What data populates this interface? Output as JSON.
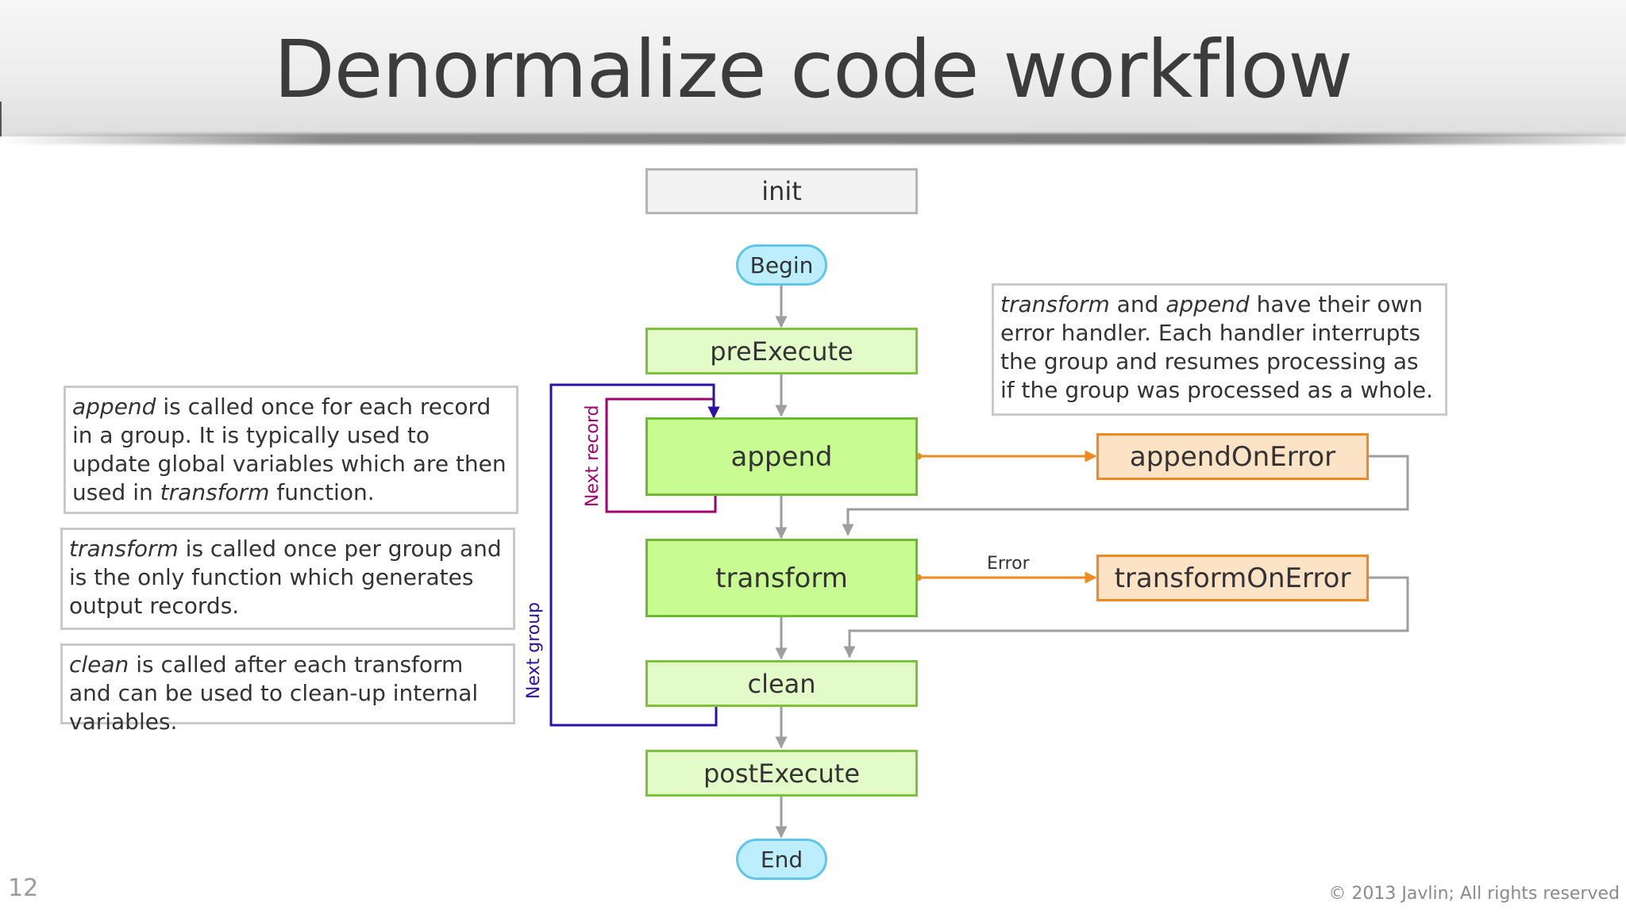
{
  "slide": {
    "title": "Denormalize code workflow",
    "page_number": "12",
    "copyright": "© 2013 Javlin; All rights reserved"
  },
  "flow": {
    "init": "init",
    "begin": "Begin",
    "pre_execute": "preExecute",
    "append": "append",
    "transform": "transform",
    "clean": "clean",
    "post_execute": "postExecute",
    "end": "End",
    "append_on_error": "appendOnError",
    "transform_on_error": "transformOnError"
  },
  "edges": {
    "next_record": "Next record",
    "next_group": "Next group",
    "error": "Error"
  },
  "notes": {
    "append": {
      "em1": "append",
      "t1": " is called once for each record in a group. It is typically used to update global variables which are then used in ",
      "em2": "transform",
      "t2": " function."
    },
    "transform": {
      "em1": "transform",
      "t1": " is called once per group and is the only function which generates output records."
    },
    "clean": {
      "em1": "clean",
      "t1": " is called after each transform and can be used to clean-up internal variables."
    },
    "error": {
      "em1": "transform",
      "t1": " and ",
      "em2": "append",
      "t2": " have their own error handler. Each handler interrupts the group and resumes processing as if the group was processed as a whole."
    }
  },
  "colors": {
    "main_fill": "#c8fb92",
    "func_fill": "#e3fbc9",
    "error_fill": "#fde3c6",
    "error_line": "#f08a1e",
    "next_record_line": "#a0006e",
    "next_group_line": "#2a12a8",
    "flow_line": "#9e9e9e"
  }
}
